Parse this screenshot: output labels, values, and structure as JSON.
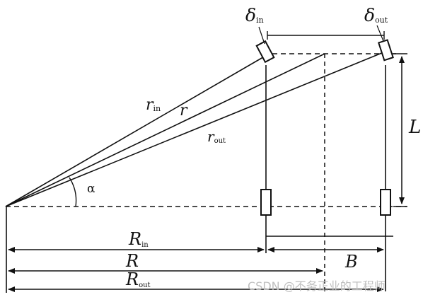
{
  "labels": {
    "delta_in": {
      "main": "δ",
      "sub": "in"
    },
    "delta_out": {
      "main": "δ",
      "sub": "out"
    },
    "r_in": {
      "main": "r",
      "sub": "in"
    },
    "r": {
      "main": "r"
    },
    "r_out": {
      "main": "r",
      "sub": "out"
    },
    "alpha": "α",
    "L": "L",
    "B": "B",
    "R_in": {
      "main": "R",
      "sub": "in"
    },
    "R": {
      "main": "R"
    },
    "R_out": {
      "main": "R",
      "sub": "out"
    }
  },
  "watermark": "CSDN @不务正业的工程师"
}
